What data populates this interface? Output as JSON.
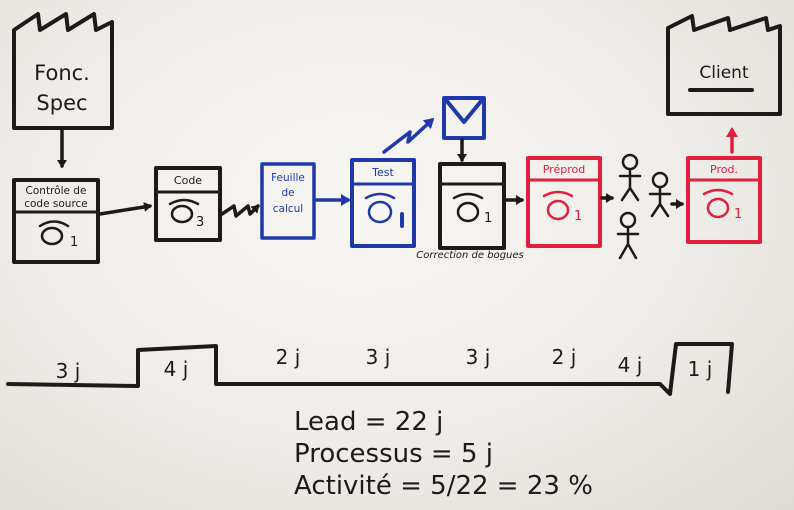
{
  "colors": {
    "black": "#1e1a18",
    "blue": "#1f3aa8",
    "red": "#e0203c"
  },
  "supplier": {
    "label_line1": "Fonc.",
    "label_line2": "Spec"
  },
  "customer": {
    "label": "Client"
  },
  "steps": [
    {
      "title_line1": "Contrôle de",
      "title_line2": "code source",
      "operators": "1",
      "color": "black"
    },
    {
      "title": "Code",
      "operators": "3",
      "color": "black"
    },
    {
      "title_line1": "Feuille",
      "title_line2": "de",
      "title_line3": "calcul",
      "color": "blue"
    },
    {
      "title": "Test",
      "color": "blue"
    },
    {
      "operators": "1",
      "color": "black"
    },
    {
      "title": "Préprod",
      "operators": "1",
      "color": "red"
    },
    {
      "title": "Prod.",
      "operators": "1",
      "color": "red"
    }
  ],
  "annotation": "Correction de bogues",
  "timeline": {
    "wait_times": [
      "3 j",
      "2 j",
      "3 j",
      "3 j",
      "2 j",
      "4 j"
    ],
    "process_times": [
      "4 j",
      "1 j"
    ]
  },
  "summary": {
    "lead": "Lead = 22 j",
    "process": "Processus = 5 j",
    "activity": "Activité = 5/22 = 23 %"
  }
}
